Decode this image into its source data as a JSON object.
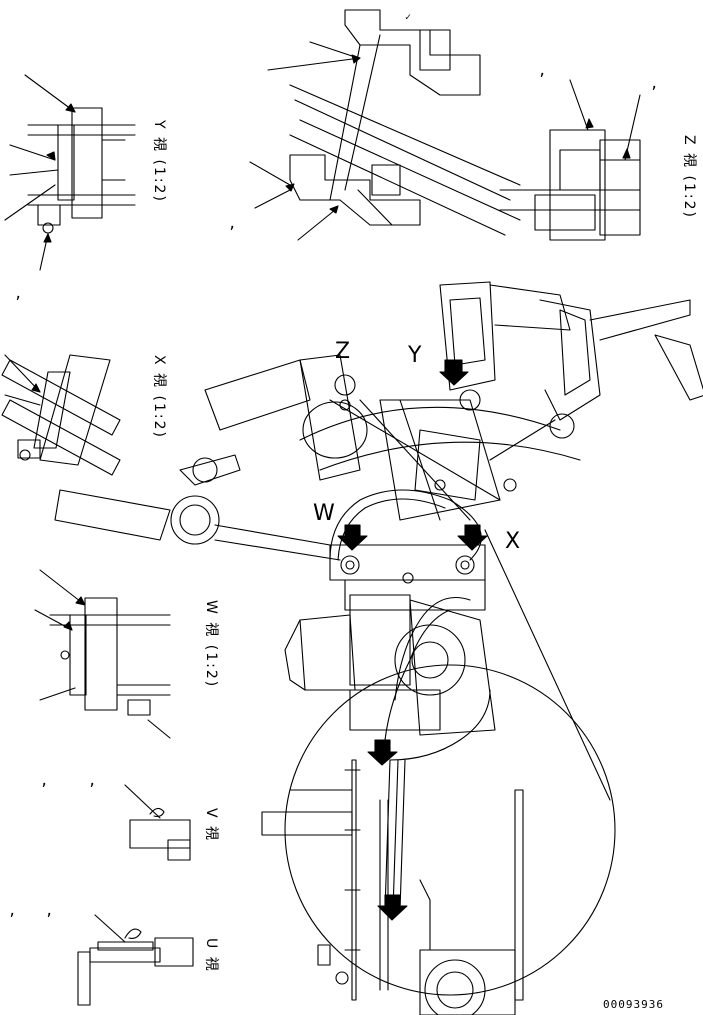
{
  "views": {
    "y": "Y 視 (1:2)",
    "x": "X 視 (1:2)",
    "w": "W 視 (1:2)",
    "v": "V 視",
    "u": "U 視",
    "z": "Z 視 (1:2)"
  },
  "callouts": {
    "z": "Z",
    "y": "Y",
    "w": "W",
    "x": "X"
  },
  "drawing_number": "00093936"
}
